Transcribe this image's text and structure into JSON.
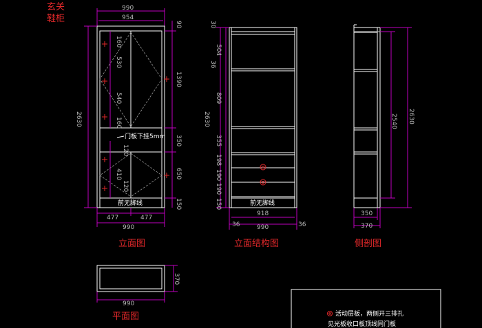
{
  "title": {
    "line1": "玄关",
    "line2": "鞋柜"
  },
  "colors": {
    "background": "#000000",
    "dimension": "#c000c0",
    "outline": "#ffffff",
    "title": "#e0282a"
  },
  "elevation": {
    "caption": "立面图",
    "top_width_outer": "990",
    "top_width_inner": "954",
    "right_top_offset": "90",
    "right_upper": "1390",
    "right_mid": "350",
    "right_lower": "650",
    "right_base": "150",
    "left_total": "2630",
    "upper_shelves": [
      "160",
      "530",
      "540",
      "160"
    ],
    "door_note": "门板下挂5mm",
    "lower_shelves": [
      "120",
      "410",
      "120"
    ],
    "kick": "前无脚线",
    "bottom_half_left": "477",
    "bottom_half_right": "477",
    "bottom_total": "990"
  },
  "structure": {
    "caption": "立面结构图",
    "left_total": "2630",
    "left_segments": [
      "30",
      "504",
      "36",
      "809",
      "355",
      "198",
      "190",
      "190",
      "150"
    ],
    "kick": "前无脚线",
    "inner_width": "918",
    "side_left": "36",
    "side_right": "36",
    "bottom_total": "990"
  },
  "section": {
    "caption": "侧剖图",
    "inner_height": "2540",
    "total_height": "2630",
    "depth_inner": "350",
    "depth_total": "370"
  },
  "plan": {
    "caption": "平面图",
    "depth": "370",
    "width": "990"
  },
  "notes": {
    "line1": "活动层板，两侧开三排孔",
    "line2": "见光板收口板顶线同门板"
  }
}
